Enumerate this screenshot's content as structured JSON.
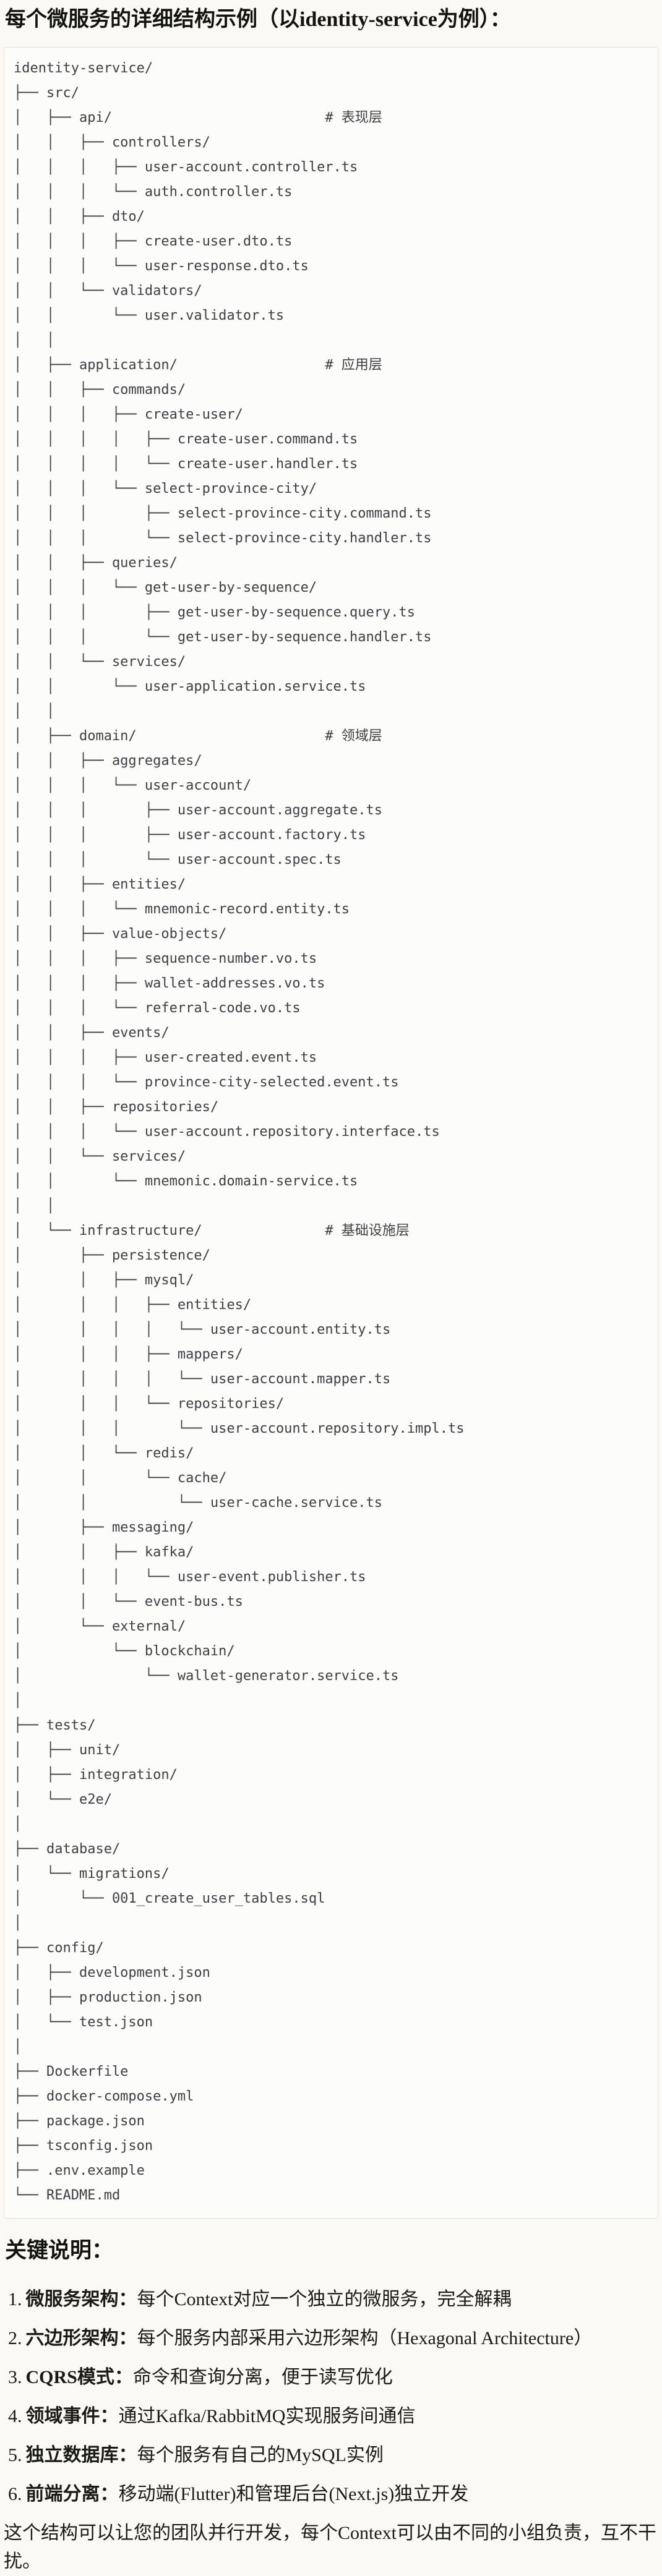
{
  "title": "每个微服务的详细结构示例（以identity-service为例）：",
  "colors": {
    "page_background": "#FAF9F5",
    "code_block_background": "#FCFCFA",
    "code_block_border": "#E4E2DB",
    "code_text": "#3E3E44",
    "body_text": "#1A1A17"
  },
  "tree": {
    "lines": [
      "identity-service/",
      "├── src/",
      "│   ├── api/                          # 表现层",
      "│   │   ├── controllers/",
      "│   │   │   ├── user-account.controller.ts",
      "│   │   │   └── auth.controller.ts",
      "│   │   ├── dto/",
      "│   │   │   ├── create-user.dto.ts",
      "│   │   │   └── user-response.dto.ts",
      "│   │   └── validators/",
      "│   │       └── user.validator.ts",
      "│   │",
      "│   ├── application/                  # 应用层",
      "│   │   ├── commands/",
      "│   │   │   ├── create-user/",
      "│   │   │   │   ├── create-user.command.ts",
      "│   │   │   │   └── create-user.handler.ts",
      "│   │   │   └── select-province-city/",
      "│   │   │       ├── select-province-city.command.ts",
      "│   │   │       └── select-province-city.handler.ts",
      "│   │   ├── queries/",
      "│   │   │   └── get-user-by-sequence/",
      "│   │   │       ├── get-user-by-sequence.query.ts",
      "│   │   │       └── get-user-by-sequence.handler.ts",
      "│   │   └── services/",
      "│   │       └── user-application.service.ts",
      "│   │",
      "│   ├── domain/                       # 领域层",
      "│   │   ├── aggregates/",
      "│   │   │   └── user-account/",
      "│   │   │       ├── user-account.aggregate.ts",
      "│   │   │       ├── user-account.factory.ts",
      "│   │   │       └── user-account.spec.ts",
      "│   │   ├── entities/",
      "│   │   │   └── mnemonic-record.entity.ts",
      "│   │   ├── value-objects/",
      "│   │   │   ├── sequence-number.vo.ts",
      "│   │   │   ├── wallet-addresses.vo.ts",
      "│   │   │   └── referral-code.vo.ts",
      "│   │   ├── events/",
      "│   │   │   ├── user-created.event.ts",
      "│   │   │   └── province-city-selected.event.ts",
      "│   │   ├── repositories/",
      "│   │   │   └── user-account.repository.interface.ts",
      "│   │   └── services/",
      "│   │       └── mnemonic.domain-service.ts",
      "│   │",
      "│   └── infrastructure/               # 基础设施层",
      "│       ├── persistence/",
      "│       │   ├── mysql/",
      "│       │   │   ├── entities/",
      "│       │   │   │   └── user-account.entity.ts",
      "│       │   │   ├── mappers/",
      "│       │   │   │   └── user-account.mapper.ts",
      "│       │   │   └── repositories/",
      "│       │   │       └── user-account.repository.impl.ts",
      "│       │   └── redis/",
      "│       │       └── cache/",
      "│       │           └── user-cache.service.ts",
      "│       ├── messaging/",
      "│       │   ├── kafka/",
      "│       │   │   └── user-event.publisher.ts",
      "│       │   └── event-bus.ts",
      "│       └── external/",
      "│           └── blockchain/",
      "│               └── wallet-generator.service.ts",
      "│",
      "├── tests/",
      "│   ├── unit/",
      "│   ├── integration/",
      "│   └── e2e/",
      "│",
      "├── database/",
      "│   └── migrations/",
      "│       └── 001_create_user_tables.sql",
      "│",
      "├── config/",
      "│   ├── development.json",
      "│   ├── production.json",
      "│   └── test.json",
      "│",
      "├── Dockerfile",
      "├── docker-compose.yml",
      "├── package.json",
      "├── tsconfig.json",
      "├── .env.example",
      "└── README.md"
    ]
  },
  "notes": {
    "heading": "关键说明：",
    "items": [
      {
        "num": "1.",
        "label": "微服务架构",
        "sep": "：",
        "text": "每个Context对应一个独立的微服务，完全解耦"
      },
      {
        "num": "2.",
        "label": "六边形架构",
        "sep": "：",
        "text": "每个服务内部采用六边形架构（Hexagonal Architecture）"
      },
      {
        "num": "3.",
        "label": "CQRS模式",
        "sep": "：",
        "text": "命令和查询分离，便于读写优化"
      },
      {
        "num": "4.",
        "label": "领域事件",
        "sep": "：",
        "text": "通过Kafka/RabbitMQ实现服务间通信"
      },
      {
        "num": "5.",
        "label": "独立数据库",
        "sep": "：",
        "text": "每个服务有自己的MySQL实例"
      },
      {
        "num": "6.",
        "label": "前端分离",
        "sep": "：",
        "text": "移动端(Flutter)和管理后台(Next.js)独立开发"
      }
    ],
    "footer": "这个结构可以让您的团队并行开发，每个Context可以由不同的小组负责，互不干扰。"
  }
}
